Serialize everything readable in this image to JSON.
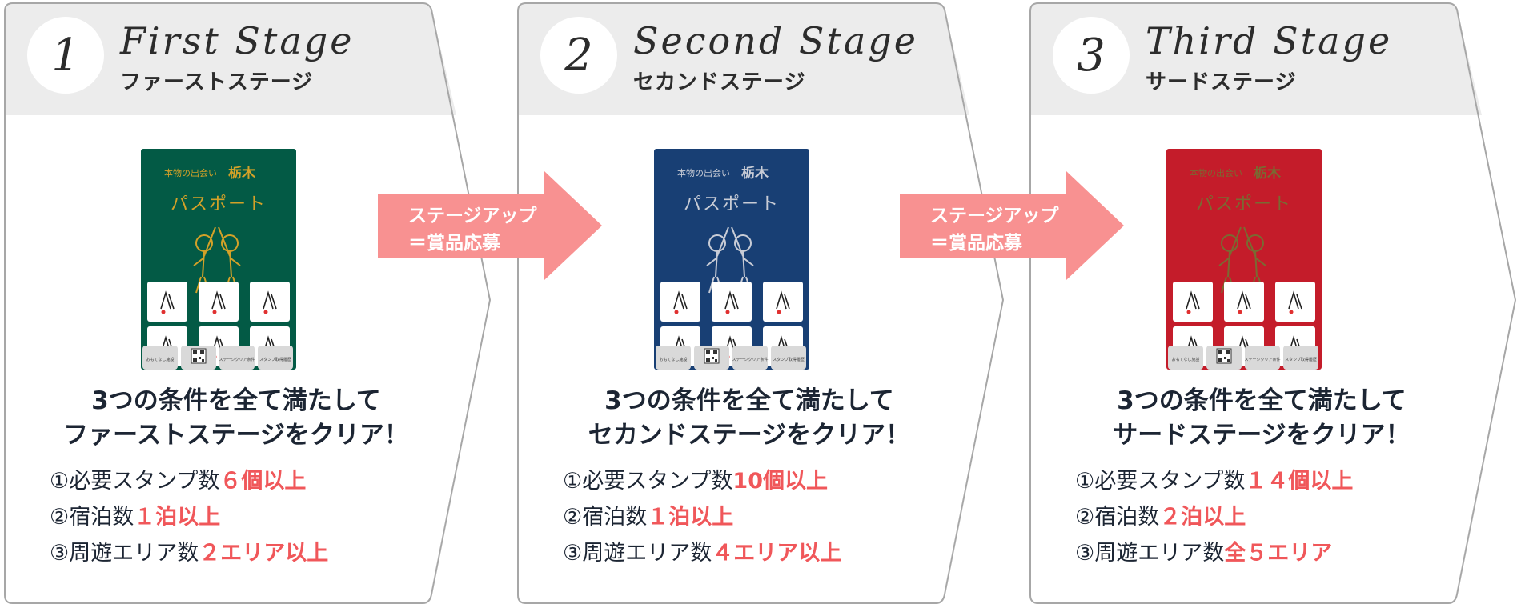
{
  "colors": {
    "panel_border": "#a7a7a7",
    "header_bg": "#ececec",
    "arrow": "#f89191",
    "highlight": "#f0575a",
    "text": "#1c2533"
  },
  "arrow_label": {
    "line1": "ステージアップ",
    "line2": "＝賞品応募"
  },
  "stages": [
    {
      "number": "1",
      "title_en": "First Stage",
      "title_jp": "ファーストステージ",
      "passport_color": "#035a45",
      "passport": {
        "line1": "本物の出会い",
        "brand": "栃木",
        "title": "パスポート",
        "footer": [
          "おもてなし施設",
          "",
          "ステージクリア条件",
          "スタンプ取得履歴"
        ]
      },
      "cond_line1": "3つの条件を全て満たして",
      "cond_line2": "ファーストステージをクリア！",
      "conditions": [
        {
          "label": "①必要スタンプ数",
          "value": "６個以上"
        },
        {
          "label": "②宿泊数",
          "value": "１泊以上"
        },
        {
          "label": "③周遊エリア数",
          "value": "２エリア以上"
        }
      ]
    },
    {
      "number": "2",
      "title_en": "Second Stage",
      "title_jp": "セカンドステージ",
      "passport_color": "#183f74",
      "passport": {
        "line1": "本物の出会い",
        "brand": "栃木",
        "title": "パスポート",
        "footer": [
          "おもてなし施設",
          "",
          "ステージクリア条件",
          "スタンプ取得履歴"
        ]
      },
      "cond_line1": "3つの条件を全て満たして",
      "cond_line2": "セカンドステージをクリア！",
      "conditions": [
        {
          "label": "①必要スタンプ数",
          "value": "10個以上"
        },
        {
          "label": "②宿泊数",
          "value": "１泊以上"
        },
        {
          "label": "③周遊エリア数",
          "value": "４エリア以上"
        }
      ]
    },
    {
      "number": "3",
      "title_en": "Third Stage",
      "title_jp": "サードステージ",
      "passport_color": "#c41c2a",
      "passport": {
        "line1": "本物の出会い",
        "brand": "栃木",
        "title": "パスポート",
        "footer": [
          "おもてなし施設",
          "",
          "ステージクリア条件",
          "スタンプ取得履歴"
        ]
      },
      "cond_line1": "3つの条件を全て満たして",
      "cond_line2": "サードステージをクリア！",
      "conditions": [
        {
          "label": "①必要スタンプ数",
          "value": "１４個以上"
        },
        {
          "label": "②宿泊数",
          "value": "２泊以上"
        },
        {
          "label": "③周遊エリア数",
          "value": "全５エリア"
        }
      ]
    }
  ]
}
